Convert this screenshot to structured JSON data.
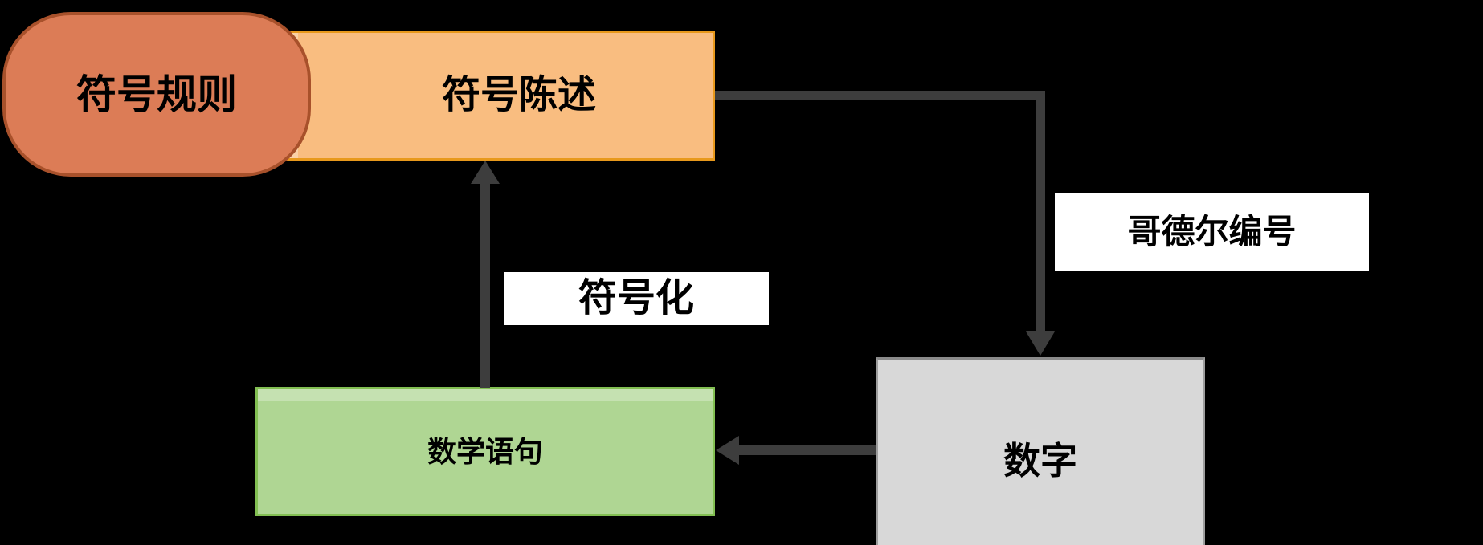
{
  "colors": {
    "background": "#000000",
    "text": "#000000",
    "arrow": "#3d3d3d",
    "salmon-fill": "#dc7c56",
    "salmon-border": "#a8512b",
    "orange-fill": "#f9bd80",
    "orange-border": "#e8991c",
    "green-fill": "#afd693",
    "green-border": "#82bf52",
    "gray-fill": "#d8d8d8",
    "gray-border": "#9d9d9d",
    "label-bg": "#ffffff"
  },
  "nodes": {
    "symbol_rules": {
      "label": "符号规则",
      "shape": "rounded-rectangle"
    },
    "symbol_statement": {
      "label": "符号陈述",
      "shape": "rectangle"
    },
    "math_statement": {
      "label": "数学语句",
      "shape": "rectangle"
    },
    "number": {
      "label": "数字",
      "shape": "rectangle"
    }
  },
  "edges": {
    "godel_numbering": {
      "label": "哥德尔编号",
      "from": "symbol_statement",
      "to": "number",
      "style": "elbow-right-then-down"
    },
    "number_to_math": {
      "label": "",
      "from": "number",
      "to": "math_statement",
      "style": "straight-left"
    },
    "symbolization": {
      "label": "符号化",
      "from": "math_statement",
      "to": "symbol_statement",
      "style": "straight-up"
    }
  }
}
